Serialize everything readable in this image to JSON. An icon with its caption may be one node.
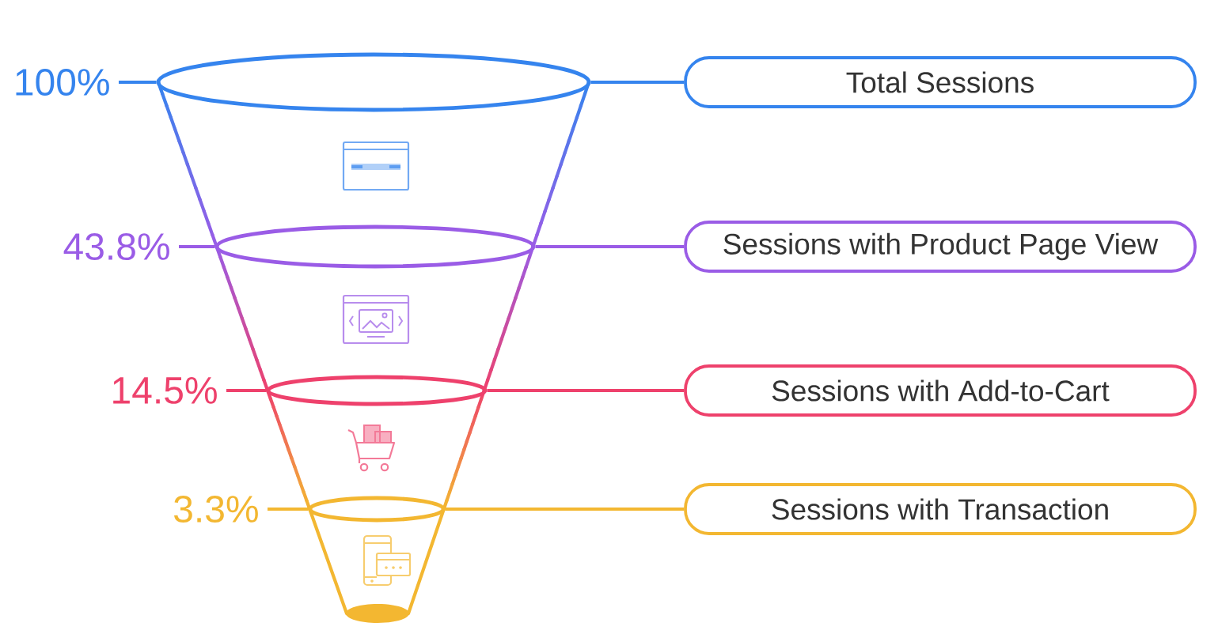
{
  "diagram": {
    "nodes": [
      {
        "text": [
          "100%"
        ]
      },
      {
        "text": [],
        "shape": "ellipse"
      },
      {
        "text": [
          "Total Sessions"
        ]
      },
      {
        "text": [
          "43.8%"
        ]
      },
      {
        "text": [],
        "shape": "ellipse"
      },
      {
        "text": [
          "Sessions with Product Page View"
        ]
      },
      {
        "text": [
          "14.5%"
        ]
      },
      {
        "text": [],
        "shape": "ellipse"
      },
      {
        "text": [
          "Sessions with Add-to-Cart"
        ]
      },
      {
        "text": [
          "3.3%"
        ]
      },
      {
        "text": [],
        "shape": "ellipse"
      },
      {
        "text": [
          "Sessions with Transaction"
        ]
      }
    ],
    "edges": [
      {
        "from": 0,
        "to": 1,
        "arrow": "none",
        "color": "#3584ee"
      },
      {
        "from": 1,
        "to": 2,
        "arrow": "none",
        "color": "#3584ee"
      },
      {
        "from": 3,
        "to": 4,
        "arrow": "none",
        "color": "#9a5ce6"
      },
      {
        "from": 4,
        "to": 5,
        "arrow": "none",
        "color": "#9a5ce6"
      },
      {
        "from": 6,
        "to": 7,
        "arrow": "none",
        "color": "#ee416c"
      },
      {
        "from": 7,
        "to": 8,
        "arrow": "none",
        "color": "#ee416c"
      },
      {
        "from": 9,
        "to": 10,
        "arrow": "none",
        "color": "#f3b731"
      },
      {
        "from": 10,
        "to": 11,
        "arrow": "none",
        "color": "#f3b731"
      }
    ]
  }
}
